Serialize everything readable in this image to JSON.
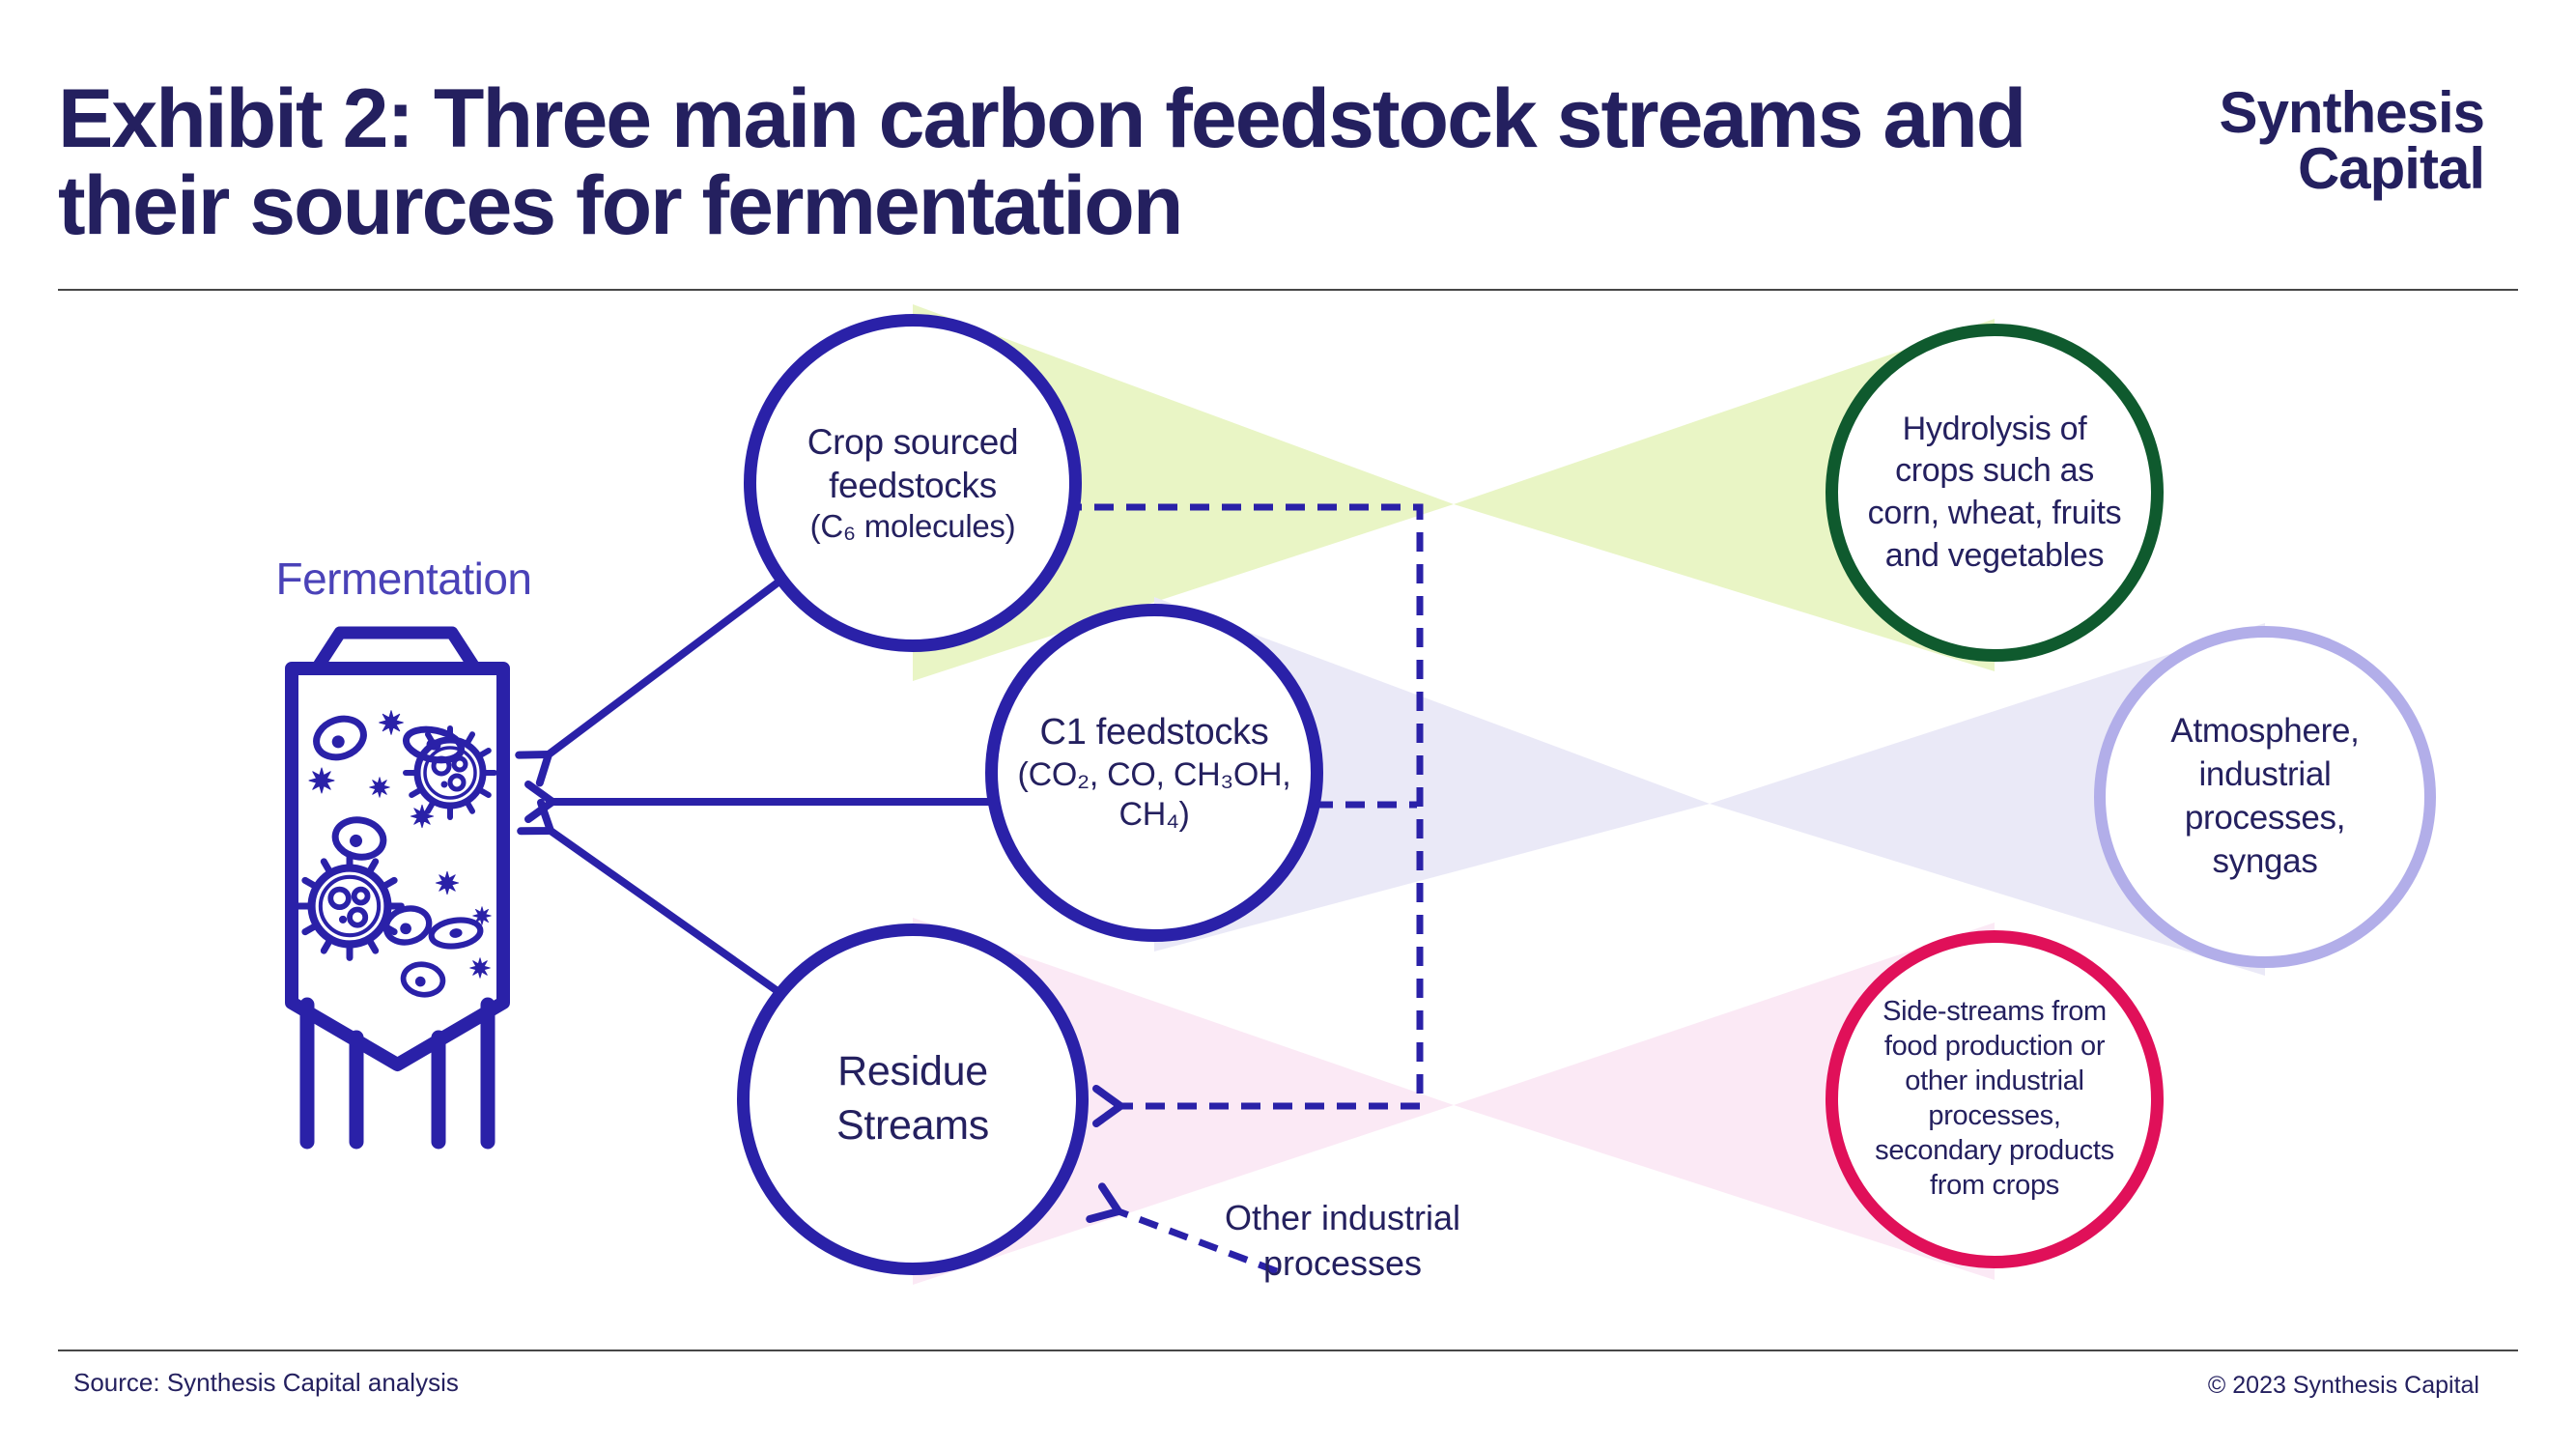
{
  "header": {
    "title_line1": "Exhibit 2: Three main carbon feedstock streams and",
    "title_line2": "their sources for fermentation"
  },
  "logo": {
    "line1": "Synthesis",
    "line2": "Capital"
  },
  "diagram": {
    "fermentation_label": "Fermentation",
    "circles": {
      "crop": {
        "lines": [
          "Crop sourced",
          "feedstocks",
          "(C₆ molecules)"
        ]
      },
      "c1": {
        "lines": [
          "C1 feedstocks",
          "(CO₂, CO, CH₃OH,",
          "CH₄)"
        ]
      },
      "residue": {
        "lines": [
          "Residue",
          "Streams"
        ]
      },
      "hydrolysis": {
        "lines": [
          "Hydrolysis of",
          "crops such as",
          "corn, wheat, fruits",
          "and vegetables"
        ]
      },
      "atmosphere": {
        "lines": [
          "Atmosphere,",
          "industrial",
          "processes,",
          "syngas"
        ]
      },
      "sidestreams": {
        "lines": [
          "Side-streams from",
          "food production or",
          "other industrial",
          "processes,",
          "secondary products",
          "from crops"
        ]
      }
    },
    "other_processes_line1": "Other industrial",
    "other_processes_line2": "processes"
  },
  "footer": {
    "source": "Source: Synthesis Capital analysis",
    "copyright": "© 2023 Synthesis Capital"
  },
  "colors": {
    "navy_text": "#24205f",
    "indigo_stroke": "#2a21a8",
    "fermentation_label_purple": "#4a42b8",
    "green_stroke": "#0f5a2e",
    "lavender_stroke": "#b2aee9",
    "crimson_stroke": "#e01059",
    "green_fill": "#e9f5c5",
    "lavender_fill": "#eae9f7",
    "pink_fill": "#fbe9f5"
  }
}
